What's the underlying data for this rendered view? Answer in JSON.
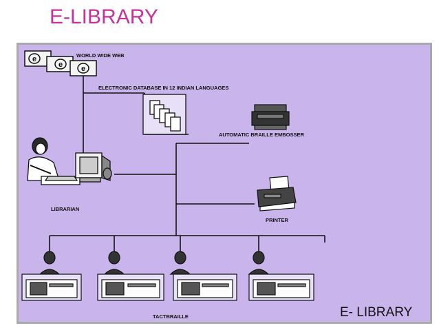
{
  "page_title": "E-LIBRARY",
  "labels": {
    "www": "WORLD WIDE WEB",
    "database": "ELECTRONIC DATABASE IN 12 INDIAN LANGUAGES",
    "embosser": "AUTOMATIC BRAILLE EMBOSSER",
    "librarian": "LIBRARIAN",
    "printer": "PRINTER",
    "tactbraille": "TACTBRAILLE",
    "corner": "E- LIBRARY"
  },
  "browser_glyph": "e",
  "colors": {
    "title": "#c8309a",
    "panel": "#c9b5ec",
    "border": "#a9a9a9",
    "ink": "#111111"
  }
}
